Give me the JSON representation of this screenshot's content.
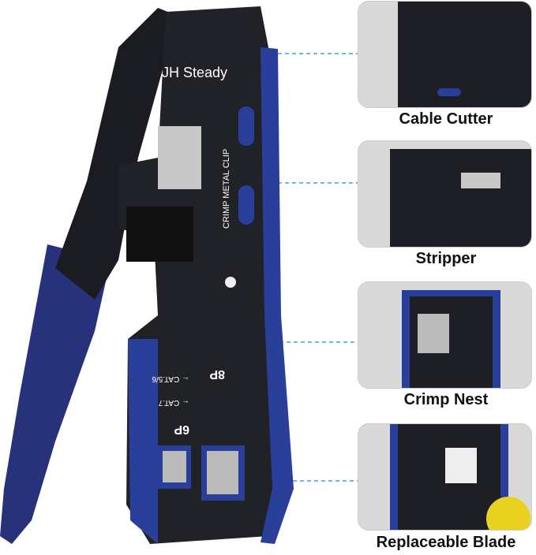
{
  "product": {
    "brand": "JH Steady",
    "slot_text": "CRIMP  METAL CLIP",
    "die_8p": "8P",
    "die_6p": "6P",
    "cat56": "← CAT.5/6",
    "cat7": "← CAT.7"
  },
  "callouts": [
    {
      "label": "Cable Cutter"
    },
    {
      "label": "Stripper"
    },
    {
      "label": "Crimp Nest"
    },
    {
      "label": "Replaceable Blade"
    }
  ],
  "colors": {
    "accent": "#2a3f9a",
    "tool_body": "#1d1f24",
    "callout_line": "#3aa3d6"
  }
}
